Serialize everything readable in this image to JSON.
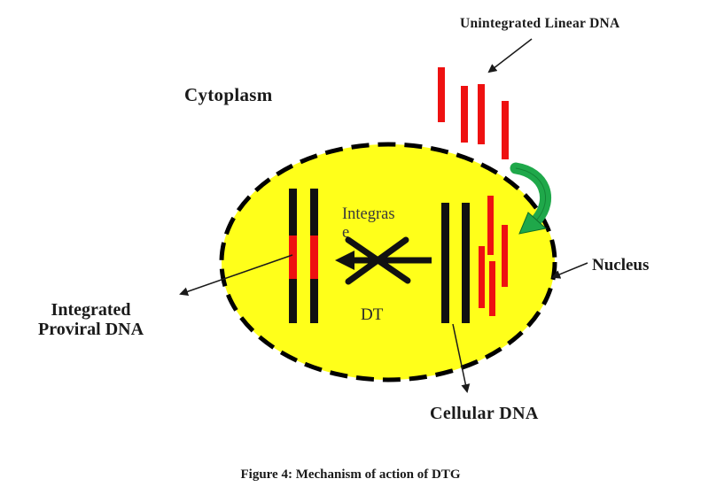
{
  "labels": {
    "cytoplasm": "Cytoplasm",
    "unintegrated_dna": "Unintegrated Linear DNA",
    "nucleus": "Nucleus",
    "integrated_proviral_dna_line1": "Integrated",
    "integrated_proviral_dna_line2": "Proviral DNA",
    "cellular_dna": "Cellular DNA",
    "integrase": "Integras e",
    "drug": "DT"
  },
  "caption": "Figure 4: Mechanism of action of DTG",
  "colors": {
    "nucleus_fill": "#ffff1a",
    "nucleus_border": "#000000",
    "viral_dna": "#ee1111",
    "host_dna": "#111111",
    "curved_arrow": "#1fa84a",
    "text": "#1a1a1a"
  }
}
